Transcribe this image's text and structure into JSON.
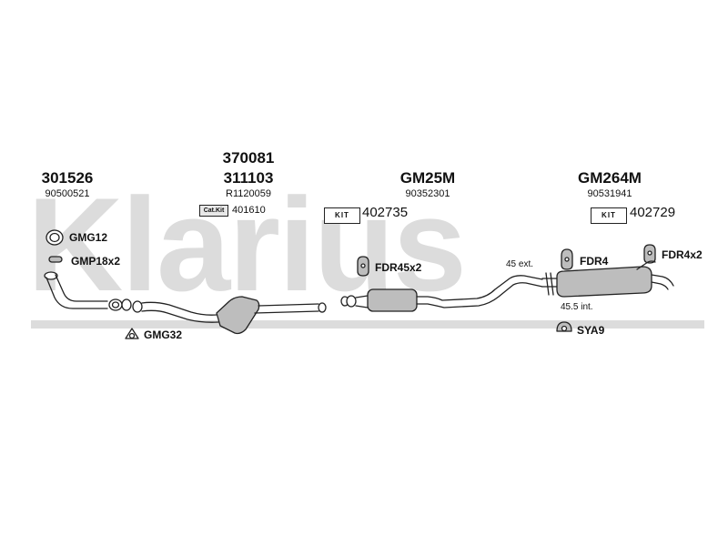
{
  "watermark": {
    "brand": "Klarius"
  },
  "groups": [
    {
      "code": "301526",
      "oe": "90500521"
    },
    {
      "code_top": "370081",
      "code": "311103",
      "oe": "R1120059",
      "catkit_label": "Cat.Kit",
      "catkit_number": "401610"
    },
    {
      "code": "GM25M",
      "oe": "90352301",
      "kit_label": "KIT",
      "kit_number": "402735"
    },
    {
      "code": "GM264M",
      "oe": "90531941",
      "kit_label": "KIT",
      "kit_number": "402729"
    }
  ],
  "parts": {
    "gmg12": "GMG12",
    "gmp18": "GMP18x2",
    "gmg32": "GMG32",
    "fdr45": "FDR45x2",
    "fdr4": "FDR4",
    "fdr4x2": "FDR4x2",
    "sya9": "SYA9"
  },
  "dimensions": {
    "ext": "45 ext.",
    "int": "45.5 int."
  },
  "colors": {
    "watermark": "#dcdcdc",
    "line": "#222222",
    "metal": "#bdbdbd"
  }
}
